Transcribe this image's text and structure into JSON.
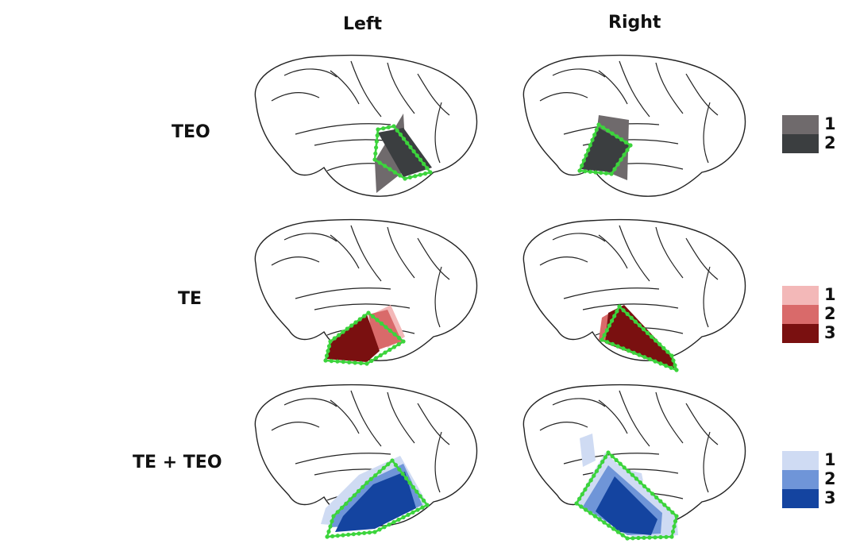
{
  "columns": {
    "left": "Left",
    "right": "Right"
  },
  "rows": [
    {
      "id": "teo",
      "label": "TEO",
      "legend": [
        {
          "label": "1",
          "color": "#6f6a6c"
        },
        {
          "label": "2",
          "color": "#3b3e40"
        }
      ]
    },
    {
      "id": "te",
      "label": "TE",
      "legend": [
        {
          "label": "1",
          "color": "#f3b8b8"
        },
        {
          "label": "2",
          "color": "#d96a6a"
        },
        {
          "label": "3",
          "color": "#7a1010"
        }
      ]
    },
    {
      "id": "teteo",
      "label": "TE + TEO",
      "legend": [
        {
          "label": "1",
          "color": "#cfdbf3"
        },
        {
          "label": "2",
          "color": "#6f95d8"
        },
        {
          "label": "3",
          "color": "#1444a0"
        }
      ]
    }
  ],
  "roi_outline_color": "#3cd43c"
}
